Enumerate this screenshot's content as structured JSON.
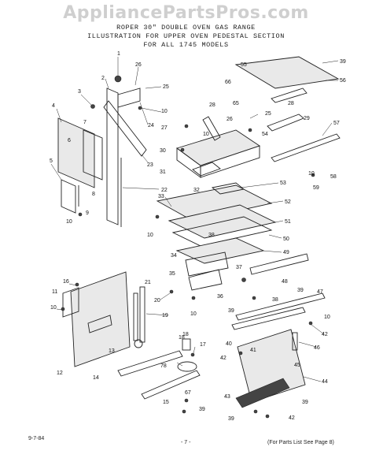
{
  "watermark": "AppliancePartsPros.com",
  "header": {
    "line1": "ROPER 30\" DOUBLE OVEN GAS RANGE",
    "line2": "ILLUSTRATION FOR UPPER OVEN PEDESTAL SECTION",
    "line3": "FOR ALL 1745 MODELS"
  },
  "footer": {
    "date": "9-7-84",
    "page": "- 7 -",
    "note": "(For Parts List See Page 8)"
  },
  "callouts": {
    "c1": "1",
    "c2": "2",
    "c3": "3",
    "c4": "4",
    "c5": "5",
    "c6": "6",
    "c7": "7",
    "c8": "8",
    "c9": "9",
    "c10a": "10",
    "c11": "11",
    "c12": "12",
    "c13": "13",
    "c14": "14",
    "c15": "15",
    "c16": "16",
    "c17": "17",
    "c18a": "18",
    "c19": "19",
    "c20": "20",
    "c21": "21",
    "c22": "22",
    "c23": "23",
    "c24": "24",
    "c25a": "25",
    "c26a": "26",
    "c27": "27",
    "c28a": "28",
    "c29": "29",
    "c30": "30",
    "c31": "31",
    "c32": "32",
    "c33": "33",
    "c34": "34",
    "c35": "35",
    "c36": "36",
    "c37": "37",
    "c38": "38",
    "c39a": "39",
    "c40": "40",
    "c41": "41",
    "c42a": "42",
    "c43": "43",
    "c44": "44",
    "c45": "45",
    "c46": "46",
    "c47": "47",
    "c48": "48",
    "c49": "49",
    "c50": "50",
    "c51": "51",
    "c52": "52",
    "c53": "53",
    "c54": "54",
    "c55": "55",
    "c56": "56",
    "c57": "57",
    "c58": "58",
    "c59": "59",
    "c65": "65",
    "c66": "66",
    "c67": "67",
    "c78": "78",
    "c10b": "10",
    "c10c": "10",
    "c10d": "10",
    "c10e": "10",
    "c10f": "10",
    "c10g": "10",
    "c10h": "10",
    "c18b": "18",
    "c25b": "25",
    "c26b": "26",
    "c28b": "28",
    "c39b": "39",
    "c39c": "39",
    "c39d": "39",
    "c39e": "39",
    "c42b": "42",
    "c42c": "42",
    "c39f": "39",
    "c38b": "38"
  }
}
